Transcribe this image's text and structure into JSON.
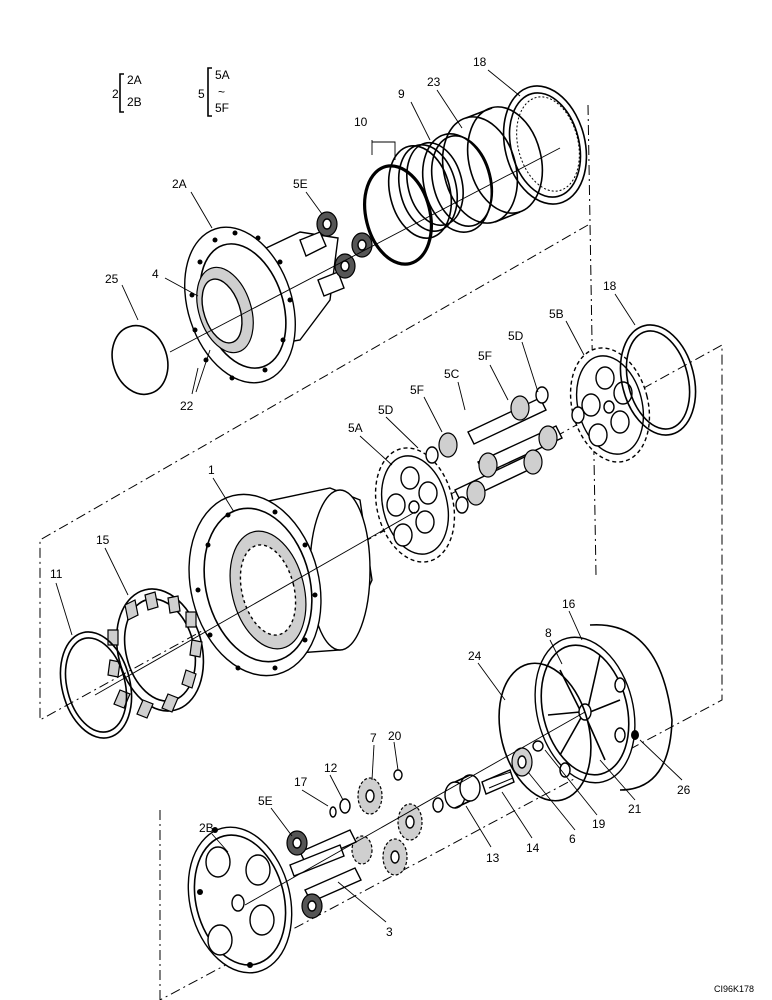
{
  "legend": {
    "group2": {
      "parent": "2",
      "members": [
        "2A",
        "2B"
      ]
    },
    "group5": {
      "parent": "5",
      "members": [
        "5A",
        "~",
        "5F"
      ]
    }
  },
  "callouts": {
    "c2A": "2A",
    "c5E_top": "5E",
    "c10": "10",
    "c9": "9",
    "c23": "23",
    "c18_top": "18",
    "c4": "4",
    "c25": "25",
    "c22": "22",
    "c5B": "5B",
    "c18_mid": "18",
    "c5D_a": "5D",
    "c5F_a": "5F",
    "c5C": "5C",
    "c5F_b": "5F",
    "c5D_b": "5D",
    "c5A": "5A",
    "c1": "1",
    "c15": "15",
    "c11": "11",
    "c16": "16",
    "c8": "8",
    "c24": "24",
    "c20": "20",
    "c7": "7",
    "c12": "12",
    "c17": "17",
    "c5E_bot": "5E",
    "c2B": "2B",
    "c3": "3",
    "c13": "13",
    "c14": "14",
    "c6": "6",
    "c19": "19",
    "c21": "21",
    "c26": "26"
  },
  "figure_code": "CI96K178"
}
